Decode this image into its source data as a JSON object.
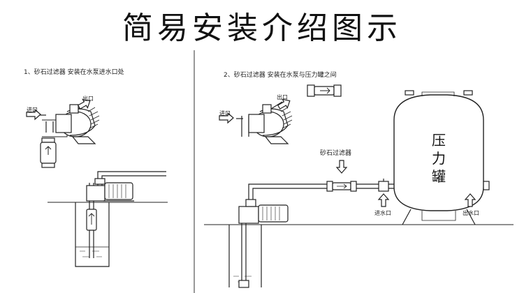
{
  "title": "简易安装介绍图示",
  "left": {
    "caption": "1、砂石过滤器 安装在水泵进水口处",
    "inlet_label": "进口",
    "outlet_label": "出口"
  },
  "right": {
    "caption": "2、砂石过滤器 安装在水泵与压力罐之间",
    "inlet_label": "进口",
    "outlet_label": "出口",
    "filter_label": "砂石过滤器",
    "tank_label_1": "压",
    "tank_label_2": "力",
    "tank_label_3": "罐",
    "tank_inlet_label": "进水口",
    "tank_outlet_label": "出水口"
  }
}
